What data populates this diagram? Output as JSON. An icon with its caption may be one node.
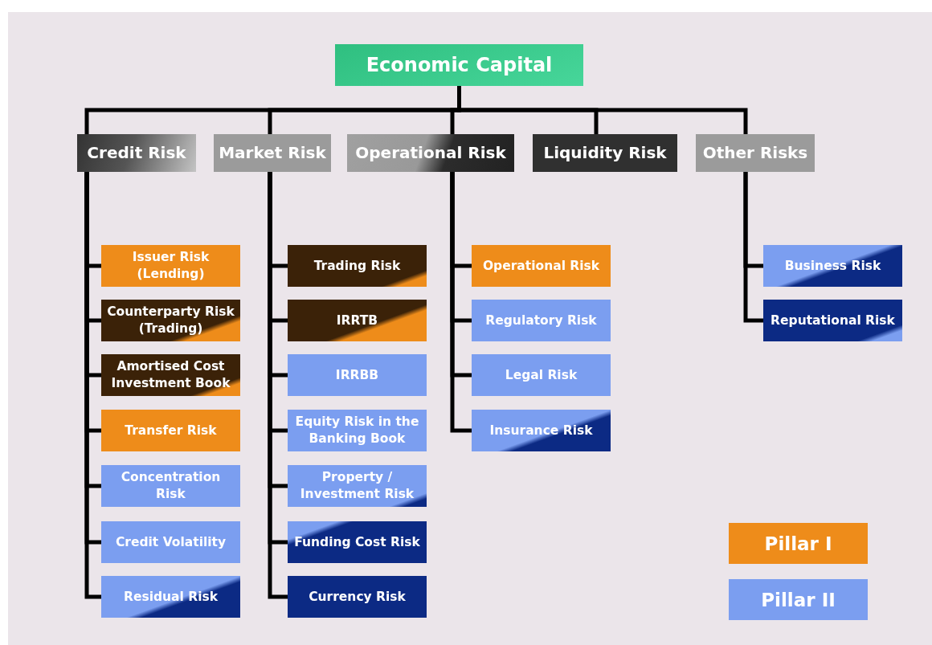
{
  "diagram": {
    "nodes": [
      {
        "text": [
          "Economic Capital"
        ]
      },
      {
        "text": [
          "Credit Risk"
        ]
      },
      {
        "text": [
          "Market Risk"
        ]
      },
      {
        "text": [
          "Operational Risk"
        ]
      },
      {
        "text": [
          "Liquidity Risk"
        ]
      },
      {
        "text": [
          "Other Risks"
        ]
      },
      {
        "text": [
          "Issuer Risk (Lending)"
        ]
      },
      {
        "text": [
          "Counterparty Risk (Trading)"
        ]
      },
      {
        "text": [
          "Amortised Cost Investment Book"
        ]
      },
      {
        "text": [
          "Transfer Risk"
        ]
      },
      {
        "text": [
          "Concentration Risk"
        ]
      },
      {
        "text": [
          "Credit Volatility"
        ]
      },
      {
        "text": [
          "Residual Risk"
        ]
      },
      {
        "text": [
          "Trading Risk"
        ]
      },
      {
        "text": [
          "IRRTB"
        ]
      },
      {
        "text": [
          "IRRBB"
        ]
      },
      {
        "text": [
          "Equity Risk in the Banking Book"
        ]
      },
      {
        "text": [
          "Property / Investment Risk"
        ]
      },
      {
        "text": [
          "Funding Cost Risk"
        ]
      },
      {
        "text": [
          "Currency Risk"
        ]
      },
      {
        "text": [
          "Operational Risk"
        ]
      },
      {
        "text": [
          "Regulatory Risk"
        ]
      },
      {
        "text": [
          "Legal Risk"
        ]
      },
      {
        "text": [
          "Insurance Risk"
        ]
      },
      {
        "text": [
          "Business Risk"
        ]
      },
      {
        "text": [
          "Reputational Risk"
        ]
      }
    ],
    "edges": [
      {
        "from": 0,
        "to": 1,
        "arrow": "none"
      },
      {
        "from": 0,
        "to": 2,
        "arrow": "none"
      },
      {
        "from": 0,
        "to": 3,
        "arrow": "none"
      },
      {
        "from": 0,
        "to": 4,
        "arrow": "none"
      },
      {
        "from": 0,
        "to": 5,
        "arrow": "none"
      },
      {
        "from": 1,
        "to": 6,
        "arrow": "none"
      },
      {
        "from": 1,
        "to": 7,
        "arrow": "none"
      },
      {
        "from": 1,
        "to": 8,
        "arrow": "none"
      },
      {
        "from": 1,
        "to": 9,
        "arrow": "none"
      },
      {
        "from": 1,
        "to": 10,
        "arrow": "none"
      },
      {
        "from": 1,
        "to": 11,
        "arrow": "none"
      },
      {
        "from": 1,
        "to": 12,
        "arrow": "none"
      },
      {
        "from": 2,
        "to": 13,
        "arrow": "none"
      },
      {
        "from": 2,
        "to": 14,
        "arrow": "none"
      },
      {
        "from": 2,
        "to": 15,
        "arrow": "none"
      },
      {
        "from": 2,
        "to": 16,
        "arrow": "none"
      },
      {
        "from": 2,
        "to": 17,
        "arrow": "none"
      },
      {
        "from": 2,
        "to": 18,
        "arrow": "none"
      },
      {
        "from": 2,
        "to": 19,
        "arrow": "none"
      },
      {
        "from": 3,
        "to": 20,
        "arrow": "none"
      },
      {
        "from": 3,
        "to": 21,
        "arrow": "none"
      },
      {
        "from": 3,
        "to": 22,
        "arrow": "none"
      },
      {
        "from": 3,
        "to": 23,
        "arrow": "none"
      },
      {
        "from": 5,
        "to": 24,
        "arrow": "none"
      },
      {
        "from": 5,
        "to": 25,
        "arrow": "none"
      }
    ],
    "legend": [
      {
        "text": "Pillar I",
        "color": "#ee8c1a"
      },
      {
        "text": "Pillar II",
        "color": "#7b9ef0"
      }
    ]
  }
}
